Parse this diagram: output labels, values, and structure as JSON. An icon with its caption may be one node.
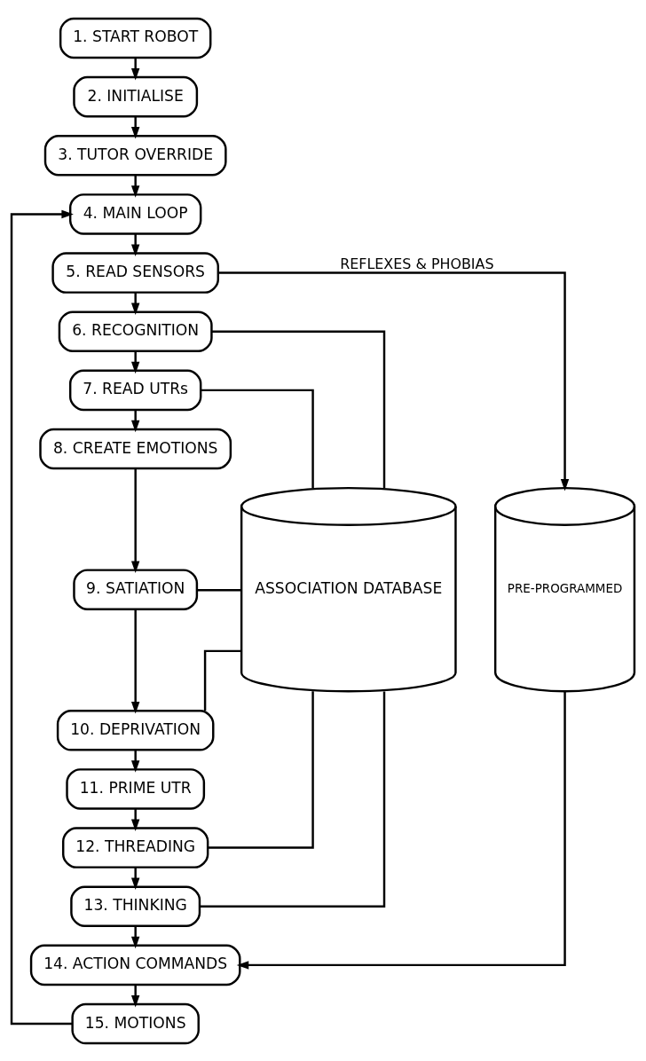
{
  "diagram": {
    "nodes": [
      {
        "text": [
          "1. START ROBOT"
        ]
      },
      {
        "text": [
          "2. INITIALISE"
        ]
      },
      {
        "text": [
          "3. TUTOR OVERRIDE"
        ]
      },
      {
        "text": [
          "4. MAIN LOOP"
        ]
      },
      {
        "text": [
          "5. READ SENSORS"
        ]
      },
      {
        "text": [
          "6. RECOGNITION"
        ]
      },
      {
        "text": [
          "7. READ UTRs"
        ]
      },
      {
        "text": [
          "8. CREATE EMOTIONS"
        ]
      },
      {
        "text": [
          "9. SATIATION"
        ]
      },
      {
        "text": [
          "10. DEPRIVATION"
        ]
      },
      {
        "text": [
          "11. PRIME UTR"
        ]
      },
      {
        "text": [
          "12. THREADING"
        ]
      },
      {
        "text": [
          "13. THINKING"
        ]
      },
      {
        "text": [
          "14. ACTION COMMANDS"
        ]
      },
      {
        "text": [
          "15. MOTIONS"
        ]
      },
      {
        "text": [
          "ASSOCIATION DATABASE"
        ]
      },
      {
        "text": [
          "PRE-PROGRAMMED"
        ]
      }
    ],
    "edges": [
      {
        "from": 0,
        "to": 1,
        "arrow": "to"
      },
      {
        "from": 1,
        "to": 2,
        "arrow": "to"
      },
      {
        "from": 2,
        "to": 3,
        "arrow": "to"
      },
      {
        "from": 3,
        "to": 4,
        "arrow": "to"
      },
      {
        "from": 4,
        "to": 5,
        "arrow": "to"
      },
      {
        "from": 5,
        "to": 6,
        "arrow": "to"
      },
      {
        "from": 6,
        "to": 7,
        "arrow": "to"
      },
      {
        "from": 7,
        "to": 8,
        "arrow": "to"
      },
      {
        "from": 8,
        "to": 9,
        "arrow": "to"
      },
      {
        "from": 9,
        "to": 10,
        "arrow": "to"
      },
      {
        "from": 10,
        "to": 11,
        "arrow": "to"
      },
      {
        "from": 11,
        "to": 12,
        "arrow": "to"
      },
      {
        "from": 12,
        "to": 13,
        "arrow": "to"
      },
      {
        "from": 13,
        "to": 14,
        "arrow": "to"
      },
      {
        "from": 14,
        "to": 3,
        "arrow": "to"
      },
      {
        "from": 4,
        "to": 16,
        "arrow": "to",
        "label": "REFLEXES & PHOBIAS"
      },
      {
        "from": 5,
        "to": 15,
        "arrow": "none"
      },
      {
        "from": 6,
        "to": 15,
        "arrow": "none"
      },
      {
        "from": 8,
        "to": 15,
        "arrow": "none"
      },
      {
        "from": 9,
        "to": 15,
        "arrow": "none"
      },
      {
        "from": 11,
        "to": 15,
        "arrow": "none"
      },
      {
        "from": 12,
        "to": 15,
        "arrow": "none"
      },
      {
        "from": 16,
        "to": 13,
        "arrow": "to"
      }
    ]
  }
}
